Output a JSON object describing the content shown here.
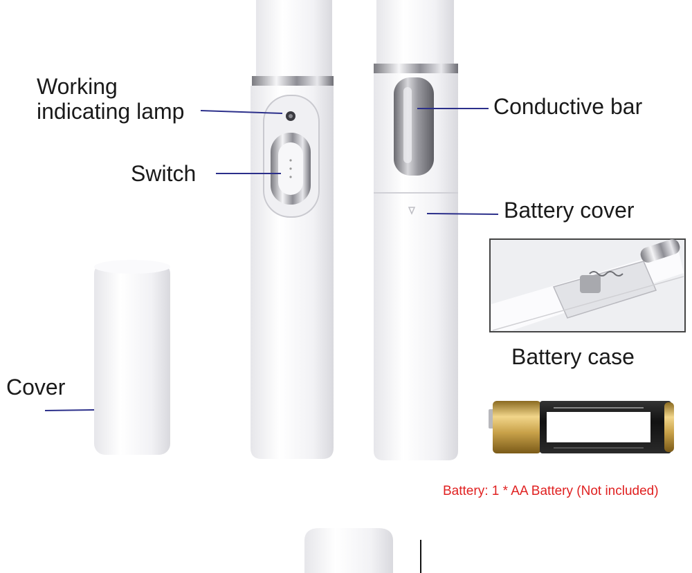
{
  "labels": {
    "working_lamp": [
      "Working",
      "indicating lamp"
    ],
    "switch": "Switch",
    "conductive_bar": "Conductive bar",
    "battery_cover": "Battery cover",
    "battery_case": "Battery case",
    "cover": "Cover",
    "battery_note": "Battery: 1 * AA Battery (Not included)"
  },
  "colors": {
    "leader_line": "#2b2f8a",
    "note_text": "#e02020",
    "label_text": "#1a1a1a",
    "pen_body": "#f4f4f6",
    "battery_gold": "#c9a24a",
    "battery_black": "#1a1a1a"
  },
  "icons": [
    "laser-pen-device",
    "pen-cap",
    "aa-battery",
    "battery-case-photo"
  ]
}
